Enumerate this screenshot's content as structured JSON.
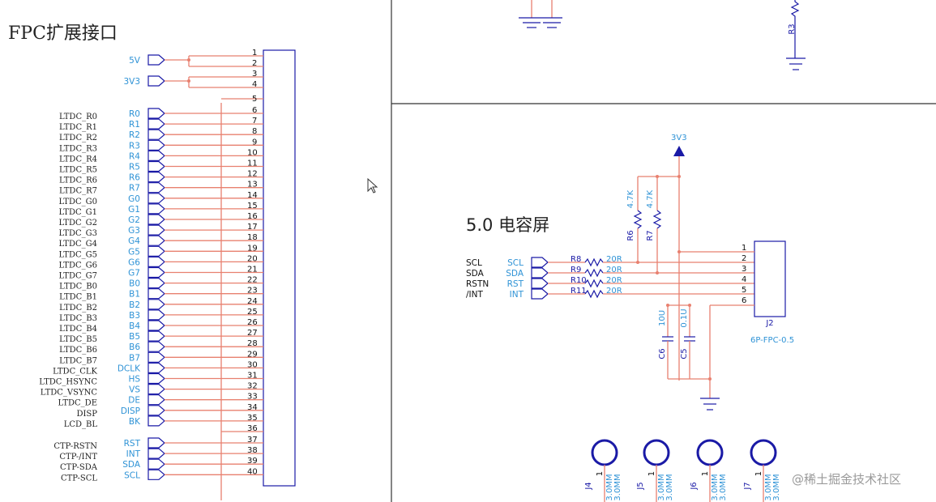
{
  "left_section": {
    "title": "FPC扩展接口",
    "power": [
      {
        "label": "5V",
        "pins": [
          "1",
          "2"
        ]
      },
      {
        "label": "3V3",
        "pins": [
          "3",
          "4"
        ]
      }
    ],
    "pin5": "5",
    "pin36": "36",
    "signals": [
      {
        "desc": "LTDC_R0",
        "net": "R0",
        "pin": "6"
      },
      {
        "desc": "LTDC_R1",
        "net": "R1",
        "pin": "7"
      },
      {
        "desc": "LTDC_R2",
        "net": "R2",
        "pin": "8"
      },
      {
        "desc": "LTDC_R3",
        "net": "R3",
        "pin": "9"
      },
      {
        "desc": "LTDC_R4",
        "net": "R4",
        "pin": "10"
      },
      {
        "desc": "LTDC_R5",
        "net": "R5",
        "pin": "11"
      },
      {
        "desc": "LTDC_R6",
        "net": "R6",
        "pin": "12"
      },
      {
        "desc": "LTDC_R7",
        "net": "R7",
        "pin": "13"
      },
      {
        "desc": "LTDC_G0",
        "net": "G0",
        "pin": "14"
      },
      {
        "desc": "LTDC_G1",
        "net": "G1",
        "pin": "15"
      },
      {
        "desc": "LTDC_G2",
        "net": "G2",
        "pin": "16"
      },
      {
        "desc": "LTDC_G3",
        "net": "G3",
        "pin": "17"
      },
      {
        "desc": "LTDC_G4",
        "net": "G4",
        "pin": "18"
      },
      {
        "desc": "LTDC_G5",
        "net": "G5",
        "pin": "19"
      },
      {
        "desc": "LTDC_G6",
        "net": "G6",
        "pin": "20"
      },
      {
        "desc": "LTDC_G7",
        "net": "G7",
        "pin": "21"
      },
      {
        "desc": "LTDC_B0",
        "net": "B0",
        "pin": "22"
      },
      {
        "desc": "LTDC_B1",
        "net": "B1",
        "pin": "23"
      },
      {
        "desc": "LTDC_B2",
        "net": "B2",
        "pin": "24"
      },
      {
        "desc": "LTDC_B3",
        "net": "B3",
        "pin": "25"
      },
      {
        "desc": "LTDC_B4",
        "net": "B4",
        "pin": "26"
      },
      {
        "desc": "LTDC_B5",
        "net": "B5",
        "pin": "27"
      },
      {
        "desc": "LTDC_B6",
        "net": "B6",
        "pin": "28"
      },
      {
        "desc": "LTDC_B7",
        "net": "B7",
        "pin": "29"
      },
      {
        "desc": "LTDC_CLK",
        "net": "DCLK",
        "pin": "30"
      },
      {
        "desc": "LTDC_HSYNC",
        "net": "HS",
        "pin": "31"
      },
      {
        "desc": "LTDC_VSYNC",
        "net": "VS",
        "pin": "32"
      },
      {
        "desc": "LTDC_DE",
        "net": "DE",
        "pin": "33"
      },
      {
        "desc": "DISP",
        "net": "DISP",
        "pin": "34"
      },
      {
        "desc": "LCD_BL",
        "net": "BK",
        "pin": "35"
      }
    ],
    "ctp": [
      {
        "desc": "CTP-RSTN",
        "net": "RST",
        "pin": "37"
      },
      {
        "desc": "CTP-/INT",
        "net": "INT",
        "pin": "38"
      },
      {
        "desc": "CTP-SDA",
        "net": "SDA",
        "pin": "39"
      },
      {
        "desc": "CTP-SCL",
        "net": "SCL",
        "pin": "40"
      }
    ]
  },
  "top_right": {
    "resistor": "R3"
  },
  "right_section": {
    "title": "5.0 电容屏",
    "power_label": "3V3",
    "pullups": [
      {
        "ref": "R6",
        "value": "4.7K"
      },
      {
        "ref": "R7",
        "value": "4.7K"
      }
    ],
    "signals": [
      {
        "desc": "SCL",
        "net": "SCL",
        "ref": "R8",
        "value": "20R"
      },
      {
        "desc": "SDA",
        "net": "SDA",
        "ref": "R9",
        "value": "20R"
      },
      {
        "desc": "RSTN",
        "net": "RST",
        "ref": "R10",
        "value": "20R"
      },
      {
        "desc": "/INT",
        "net": "INT",
        "ref": "R11",
        "value": "20R"
      }
    ],
    "connector": {
      "ref": "J2",
      "part": "6P-FPC-0.5",
      "pins": [
        "1",
        "2",
        "3",
        "4",
        "5",
        "6"
      ]
    },
    "caps": [
      {
        "ref": "C6",
        "value": "10U"
      },
      {
        "ref": "C5",
        "value": "0.1U"
      }
    ],
    "holes": [
      {
        "ref": "J4",
        "pin": "1",
        "size": "3.0MM"
      },
      {
        "ref": "J5",
        "pin": "1",
        "size": "3.0MM"
      },
      {
        "ref": "J6",
        "pin": "1",
        "size": "3.0MM"
      },
      {
        "ref": "J7",
        "pin": "1",
        "size": "3.0MM"
      }
    ]
  },
  "watermark": "@稀土掘金技术社区",
  "colors": {
    "wire": "#e8806f",
    "symbol": "#1a1aa6",
    "net_label": "#2f93d6"
  }
}
